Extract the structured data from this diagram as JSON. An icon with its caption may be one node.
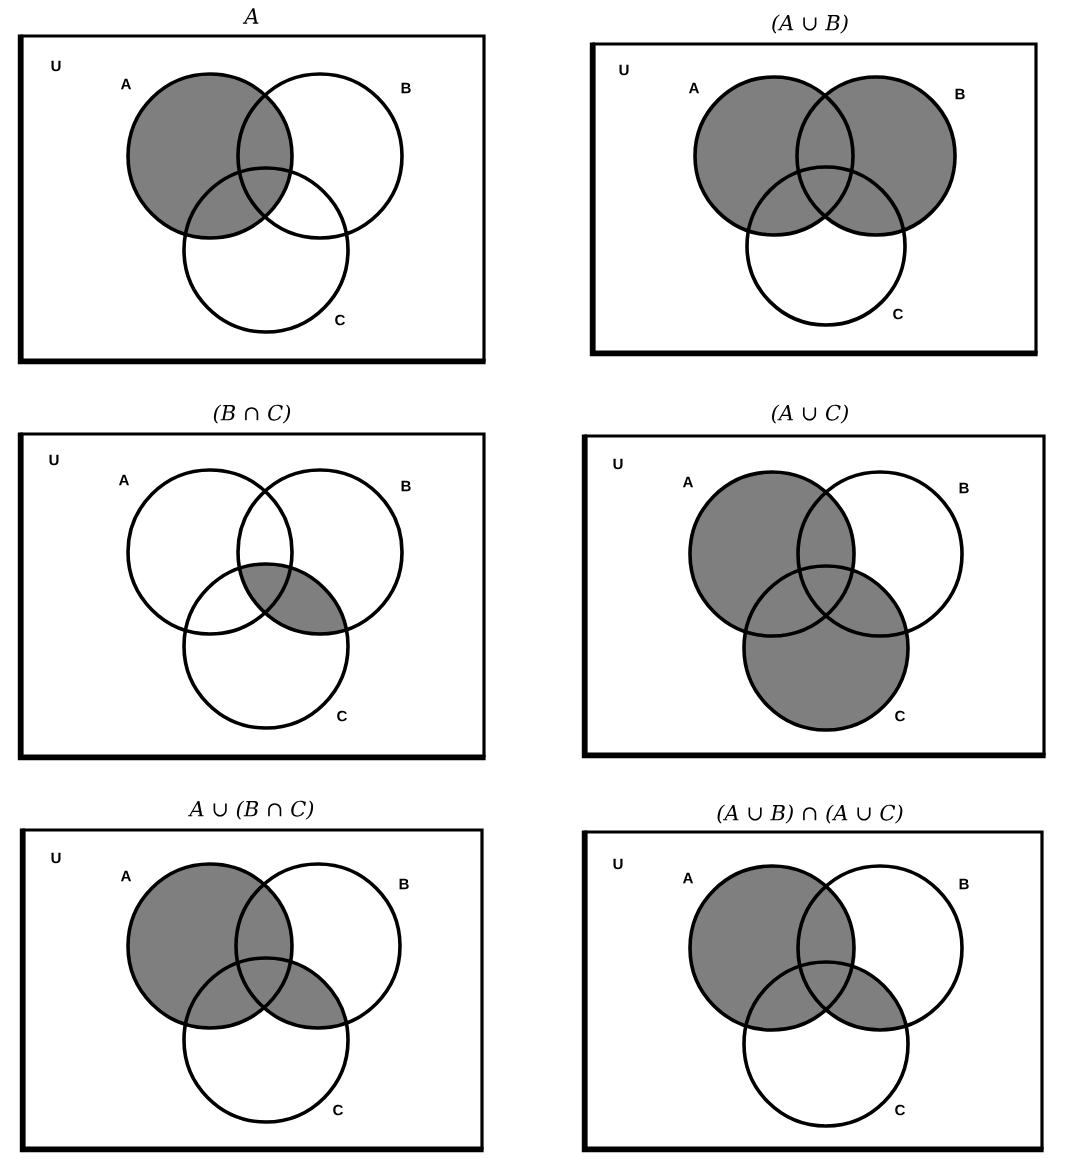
{
  "diagram": {
    "nodes": [
      {
        "text": [
          "A",
          "U"
        ]
      },
      {
        "text": [],
        "shape": "circle",
        "beside": [
          "A"
        ],
        "in": 0
      },
      {
        "text": [],
        "shape": "circle",
        "beside": [
          "B"
        ],
        "in": 0
      },
      {
        "text": [],
        "shape": "circle",
        "beside": [
          "C"
        ],
        "in": 0
      },
      {
        "text": [
          "(A ∪ B)",
          "U"
        ]
      },
      {
        "text": [],
        "shape": "circle",
        "beside": [
          "A"
        ],
        "in": 4
      },
      {
        "text": [],
        "shape": "circle",
        "beside": [
          "B"
        ],
        "in": 4
      },
      {
        "text": [],
        "shape": "circle",
        "beside": [
          "C"
        ],
        "in": 4
      },
      {
        "text": [
          "(B ∩ C)",
          "U"
        ]
      },
      {
        "text": [],
        "shape": "circle",
        "beside": [
          "A"
        ],
        "in": 8
      },
      {
        "text": [],
        "shape": "circle",
        "beside": [
          "B"
        ],
        "in": 8
      },
      {
        "text": [],
        "shape": "circle",
        "beside": [
          "C"
        ],
        "in": 8
      },
      {
        "text": [
          "(A ∪ C)",
          "U"
        ]
      },
      {
        "text": [],
        "shape": "circle",
        "beside": [
          "A"
        ],
        "in": 12
      },
      {
        "text": [],
        "shape": "circle",
        "beside": [
          "B"
        ],
        "in": 12
      },
      {
        "text": [],
        "shape": "circle",
        "beside": [
          "C"
        ],
        "in": 12
      },
      {
        "text": [
          "A ∪ (B ∩ C)",
          "U"
        ]
      },
      {
        "text": [],
        "shape": "circle",
        "beside": [
          "A"
        ],
        "in": 16
      },
      {
        "text": [],
        "shape": "circle",
        "beside": [
          "B"
        ],
        "in": 16
      },
      {
        "text": [],
        "shape": "circle",
        "beside": [
          "C"
        ],
        "in": 16
      },
      {
        "text": [
          "(A ∪ B) ∩ (A ∪ C)",
          "U"
        ]
      },
      {
        "text": [],
        "shape": "circle",
        "beside": [
          "A"
        ],
        "in": 20
      },
      {
        "text": [],
        "shape": "circle",
        "beside": [
          "B"
        ],
        "in": 20
      },
      {
        "text": [],
        "shape": "circle",
        "beside": [
          "C"
        ],
        "in": 20
      }
    ]
  }
}
